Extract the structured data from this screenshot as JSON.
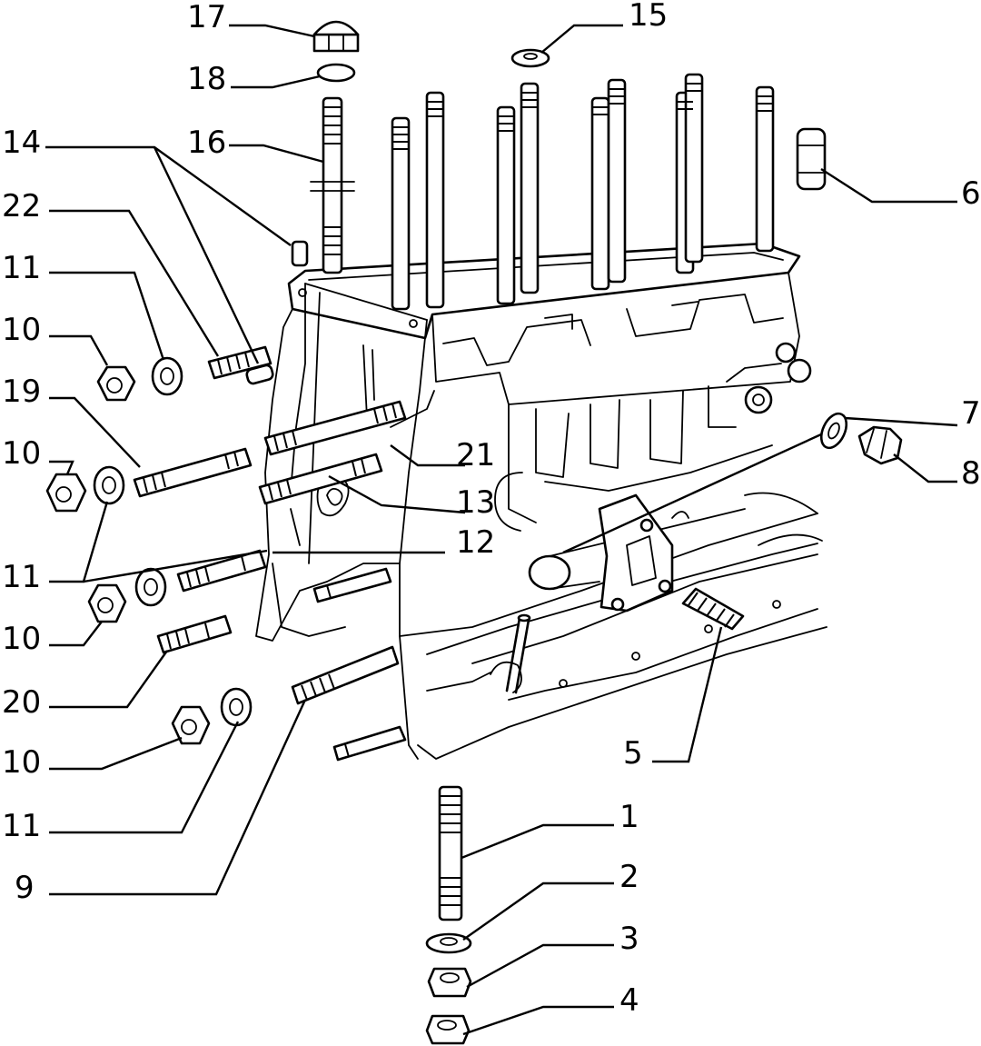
{
  "callouts": [
    {
      "id": "c17",
      "label": "17",
      "part": "cap-nut"
    },
    {
      "id": "c18",
      "label": "18",
      "part": "washer"
    },
    {
      "id": "c16",
      "label": "16",
      "part": "head-stud"
    },
    {
      "id": "c14",
      "label": "14",
      "part": "dowel"
    },
    {
      "id": "c22",
      "label": "22",
      "part": "stud"
    },
    {
      "id": "c11a",
      "label": "11",
      "part": "washer"
    },
    {
      "id": "c10a",
      "label": "10",
      "part": "nut"
    },
    {
      "id": "c19",
      "label": "19",
      "part": "stud"
    },
    {
      "id": "c10b",
      "label": "10",
      "part": "nut"
    },
    {
      "id": "c11b",
      "label": "11",
      "part": "washer"
    },
    {
      "id": "c10c",
      "label": "10",
      "part": "nut"
    },
    {
      "id": "c20",
      "label": "20",
      "part": "stud"
    },
    {
      "id": "c10d",
      "label": "10",
      "part": "nut"
    },
    {
      "id": "c11c",
      "label": "11",
      "part": "washer"
    },
    {
      "id": "c9",
      "label": "9",
      "part": "stud"
    },
    {
      "id": "c15",
      "label": "15",
      "part": "washer"
    },
    {
      "id": "c6",
      "label": "6",
      "part": "dowel"
    },
    {
      "id": "c7",
      "label": "7",
      "part": "washer"
    },
    {
      "id": "c8",
      "label": "8",
      "part": "plug"
    },
    {
      "id": "c21",
      "label": "21",
      "part": "stud"
    },
    {
      "id": "c13",
      "label": "13",
      "part": "stud"
    },
    {
      "id": "c12",
      "label": "12",
      "part": "stud"
    },
    {
      "id": "c5",
      "label": "5",
      "part": "stud"
    },
    {
      "id": "c1",
      "label": "1",
      "part": "stud"
    },
    {
      "id": "c2",
      "label": "2",
      "part": "washer"
    },
    {
      "id": "c3",
      "label": "3",
      "part": "nut"
    },
    {
      "id": "c4",
      "label": "4",
      "part": "nut"
    }
  ]
}
